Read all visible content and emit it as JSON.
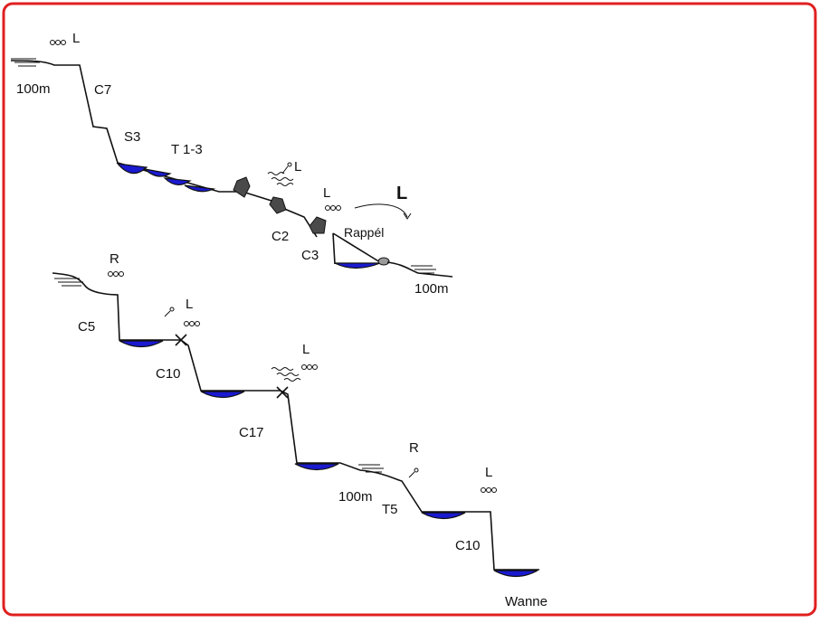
{
  "colors": {
    "border": "#e02020",
    "water": "#1a1ad0",
    "rock": "#4a4a4a"
  },
  "top_section": {
    "labels": {
      "start_height": "100m",
      "c7": "C7",
      "s3": "S3",
      "t13": "T 1-3",
      "l_start": "L",
      "l_mid": "L",
      "l_ring": "L",
      "l_bold": "L",
      "c2": "C2",
      "c3": "C3",
      "rappel": "Rappél",
      "end_height": "100m"
    }
  },
  "bottom_section": {
    "labels": {
      "r_start": "R",
      "c5": "C5",
      "l1": "L",
      "c10a": "C10",
      "l2": "L",
      "c17": "C17",
      "height": "100m",
      "r2": "R",
      "t5": "T5",
      "l3": "L",
      "c10b": "C10",
      "wanne": "Wanne"
    }
  }
}
